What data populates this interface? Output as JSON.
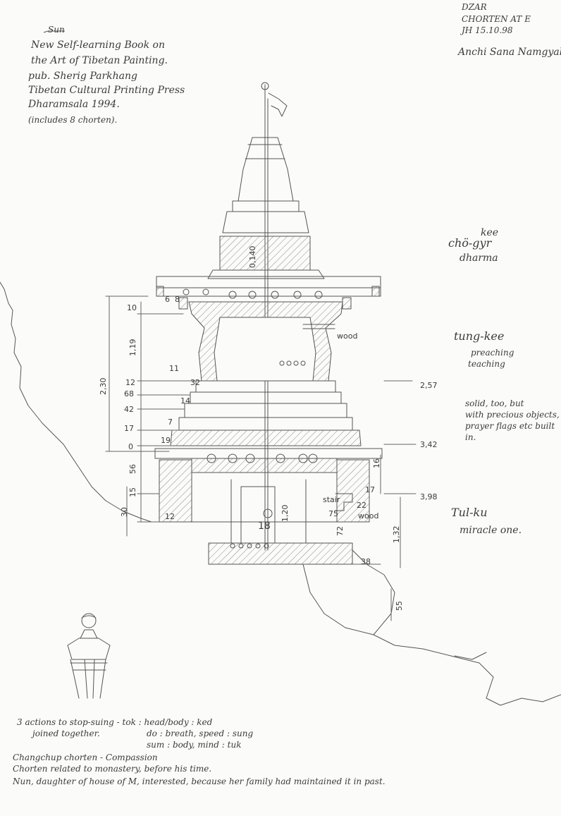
{
  "header": {
    "site": "DZAR",
    "subject": "CHORTEN AT E",
    "date": "JH 15.10.98",
    "person": "Anchi Sana Namgyal"
  },
  "reference": {
    "insert": "Sun",
    "line1": "New Self-learning Book on",
    "line2": "the Art of Tibetan Painting.",
    "line3": "pub. Sherig Parkhang",
    "line4": "Tibetan Cultural Printing Press",
    "line5": "Dharamsala 1994.",
    "line6": "(includes 8 chorten)."
  },
  "side_notes": {
    "kee_top": "kee",
    "cho_gyr": "chö-gyr",
    "dharma": "dharma",
    "tung_kee": "tung-kee",
    "preaching": "preaching",
    "teaching": "teaching",
    "solid1": "solid, too, but",
    "solid2": "with precious objects,",
    "solid3": "prayer flags etc built",
    "solid4": "in.",
    "tul_ku": "Tul-ku",
    "miracle": "miracle one."
  },
  "dimensions": {
    "d10": "10",
    "d119": "1,19",
    "d230": "2,30",
    "d12a": "12",
    "d68": "68",
    "d42": "42",
    "d17": "17",
    "d0": "0",
    "d56": "56",
    "d15": "15",
    "d30": "30",
    "d12b": "12",
    "d11": "11",
    "d32": "32",
    "d14": "14",
    "d7": "7",
    "d19": "19",
    "d6": "6",
    "d8": "8",
    "d257": "2,57",
    "d342": "3,42",
    "d398": "3,98",
    "d16": "16",
    "d17b": "17",
    "d22": "22",
    "d75": "75",
    "d132": "1,32",
    "d38": "38",
    "d55": "55",
    "d120": "1,20",
    "d18": "18",
    "d72": "72",
    "d0140": "0,140",
    "wood1": "wood",
    "wood2": "wood",
    "stair": "stair"
  },
  "footer": {
    "line1": "3 actions to stop-suing - tok : head/body : ked",
    "line1b": "joined together.",
    "line2": "do : breath, speed : sung",
    "line3": "sum : body, mind : tuk",
    "line4": "Changchup chorten - Compassion",
    "line5": "Chorten related to monastery, before his time.",
    "line6": "Nun, daughter of house of M, interested, because her family had maintained it in past."
  }
}
